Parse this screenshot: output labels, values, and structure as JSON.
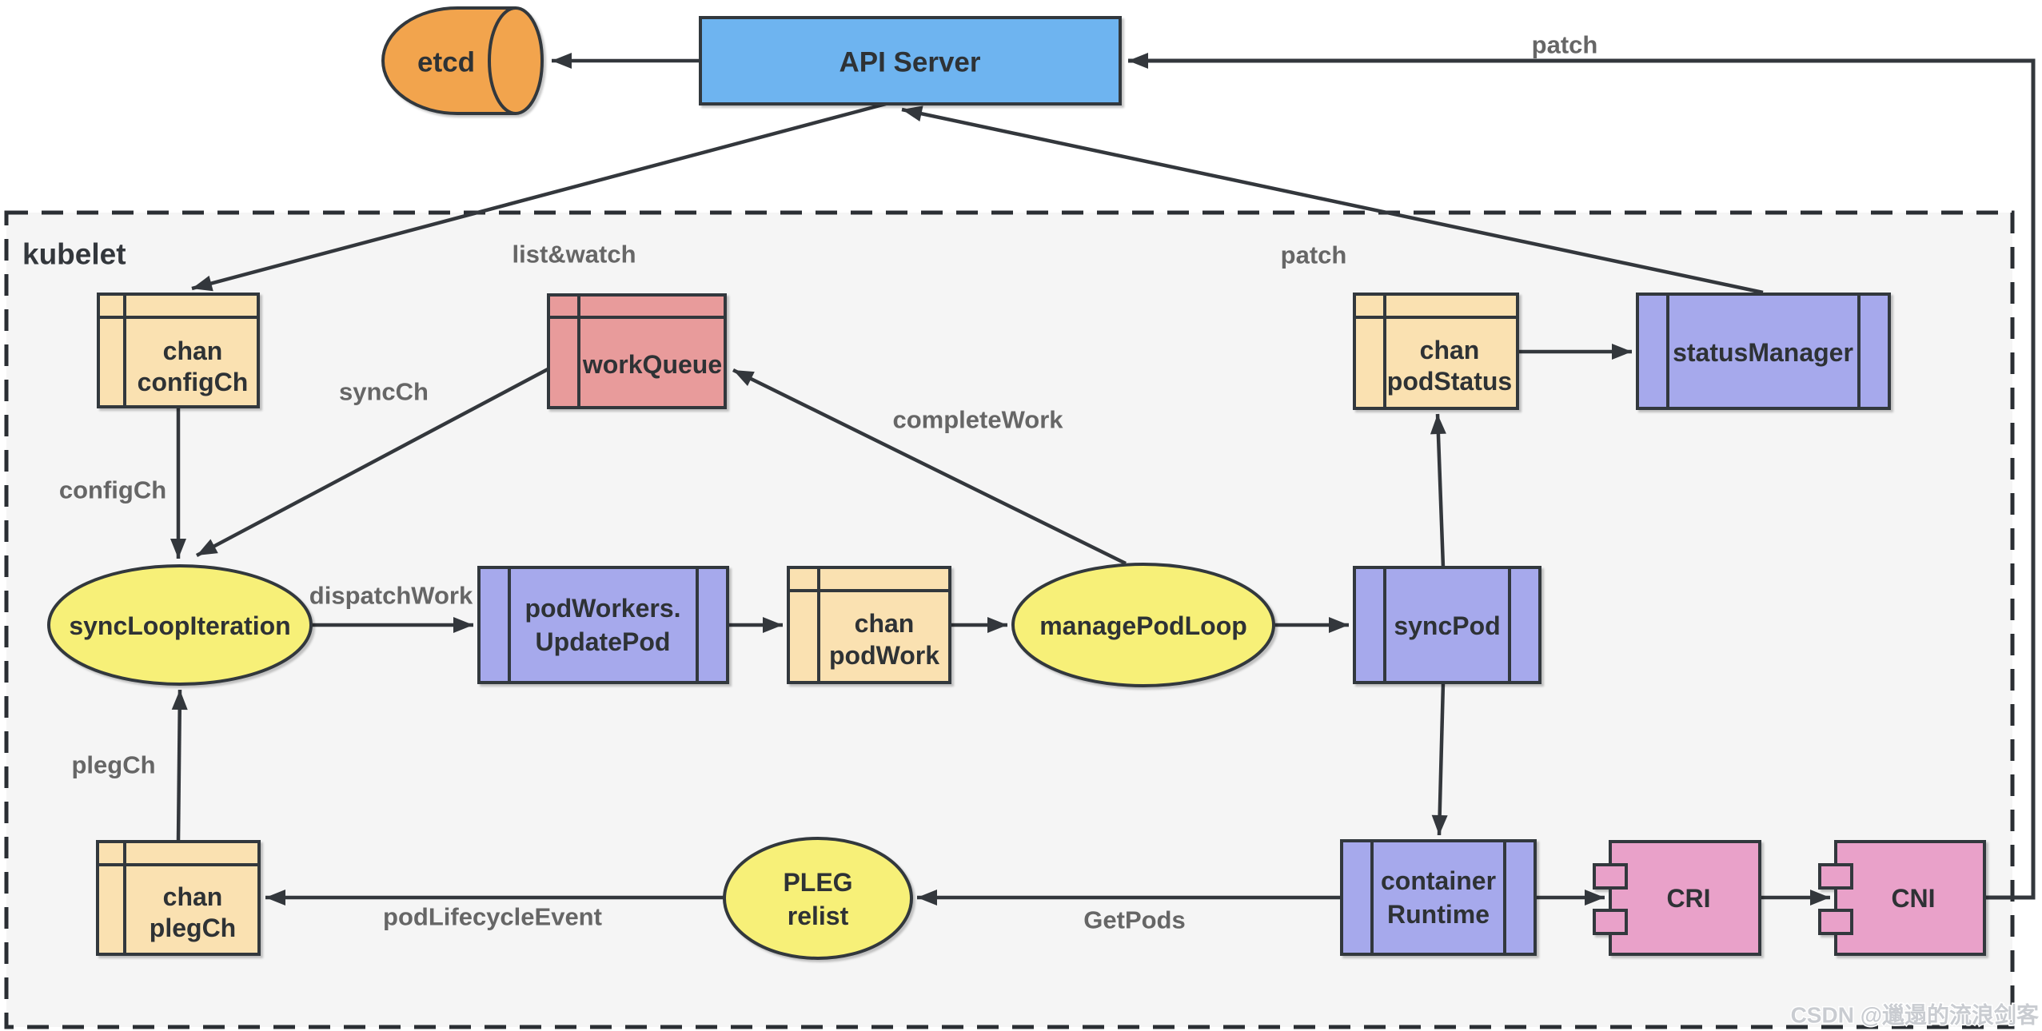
{
  "container": {
    "label": "kubelet"
  },
  "nodes": {
    "etcd": {
      "label": "etcd"
    },
    "api_server": {
      "label": "API Server"
    },
    "chan_configCh": {
      "line1": "chan",
      "line2": "configCh"
    },
    "workQueue": {
      "label": "workQueue"
    },
    "chan_podStatus": {
      "line1": "chan",
      "line2": "podStatus"
    },
    "statusManager": {
      "label": "statusManager"
    },
    "syncLoopIteration": {
      "label": "syncLoopIteration"
    },
    "podWorkers": {
      "line1": "podWorkers.",
      "line2": "UpdatePod"
    },
    "chan_podWork": {
      "line1": "chan",
      "line2": "podWork"
    },
    "managePodLoop": {
      "label": "managePodLoop"
    },
    "syncPod": {
      "label": "syncPod"
    },
    "chan_plegCh": {
      "line1": "chan",
      "line2": "plegCh"
    },
    "pleg_relist": {
      "line1": "PLEG",
      "line2": "relist"
    },
    "containerRuntime": {
      "line1": "container",
      "line2": "Runtime"
    },
    "cri": {
      "label": "CRI"
    },
    "cni": {
      "label": "CNI"
    }
  },
  "edge_labels": {
    "patch_top": "patch",
    "patch_inner": "patch",
    "list_watch": "list&watch",
    "configCh": "configCh",
    "syncCh": "syncCh",
    "dispatchWork": "dispatchWork",
    "completeWork": "completeWork",
    "plegCh": "plegCh",
    "podLifecycleEvent": "podLifecycleEvent",
    "getPods": "GetPods"
  },
  "watermark": "CSDN @邋遢的流浪剑客",
  "colors": {
    "api_server_blue": "#6EB4F0",
    "etcd_orange": "#F2A44E",
    "channel_tan": "#FAE1B1",
    "workqueue_red": "#E89B9B",
    "process_purple": "#A6A9EC",
    "loop_yellow": "#F7F078",
    "component_pink": "#E9A1C9",
    "kubelet_panel": "#F5F5F5",
    "line_dark": "#33373C",
    "label_gray": "#666666"
  }
}
